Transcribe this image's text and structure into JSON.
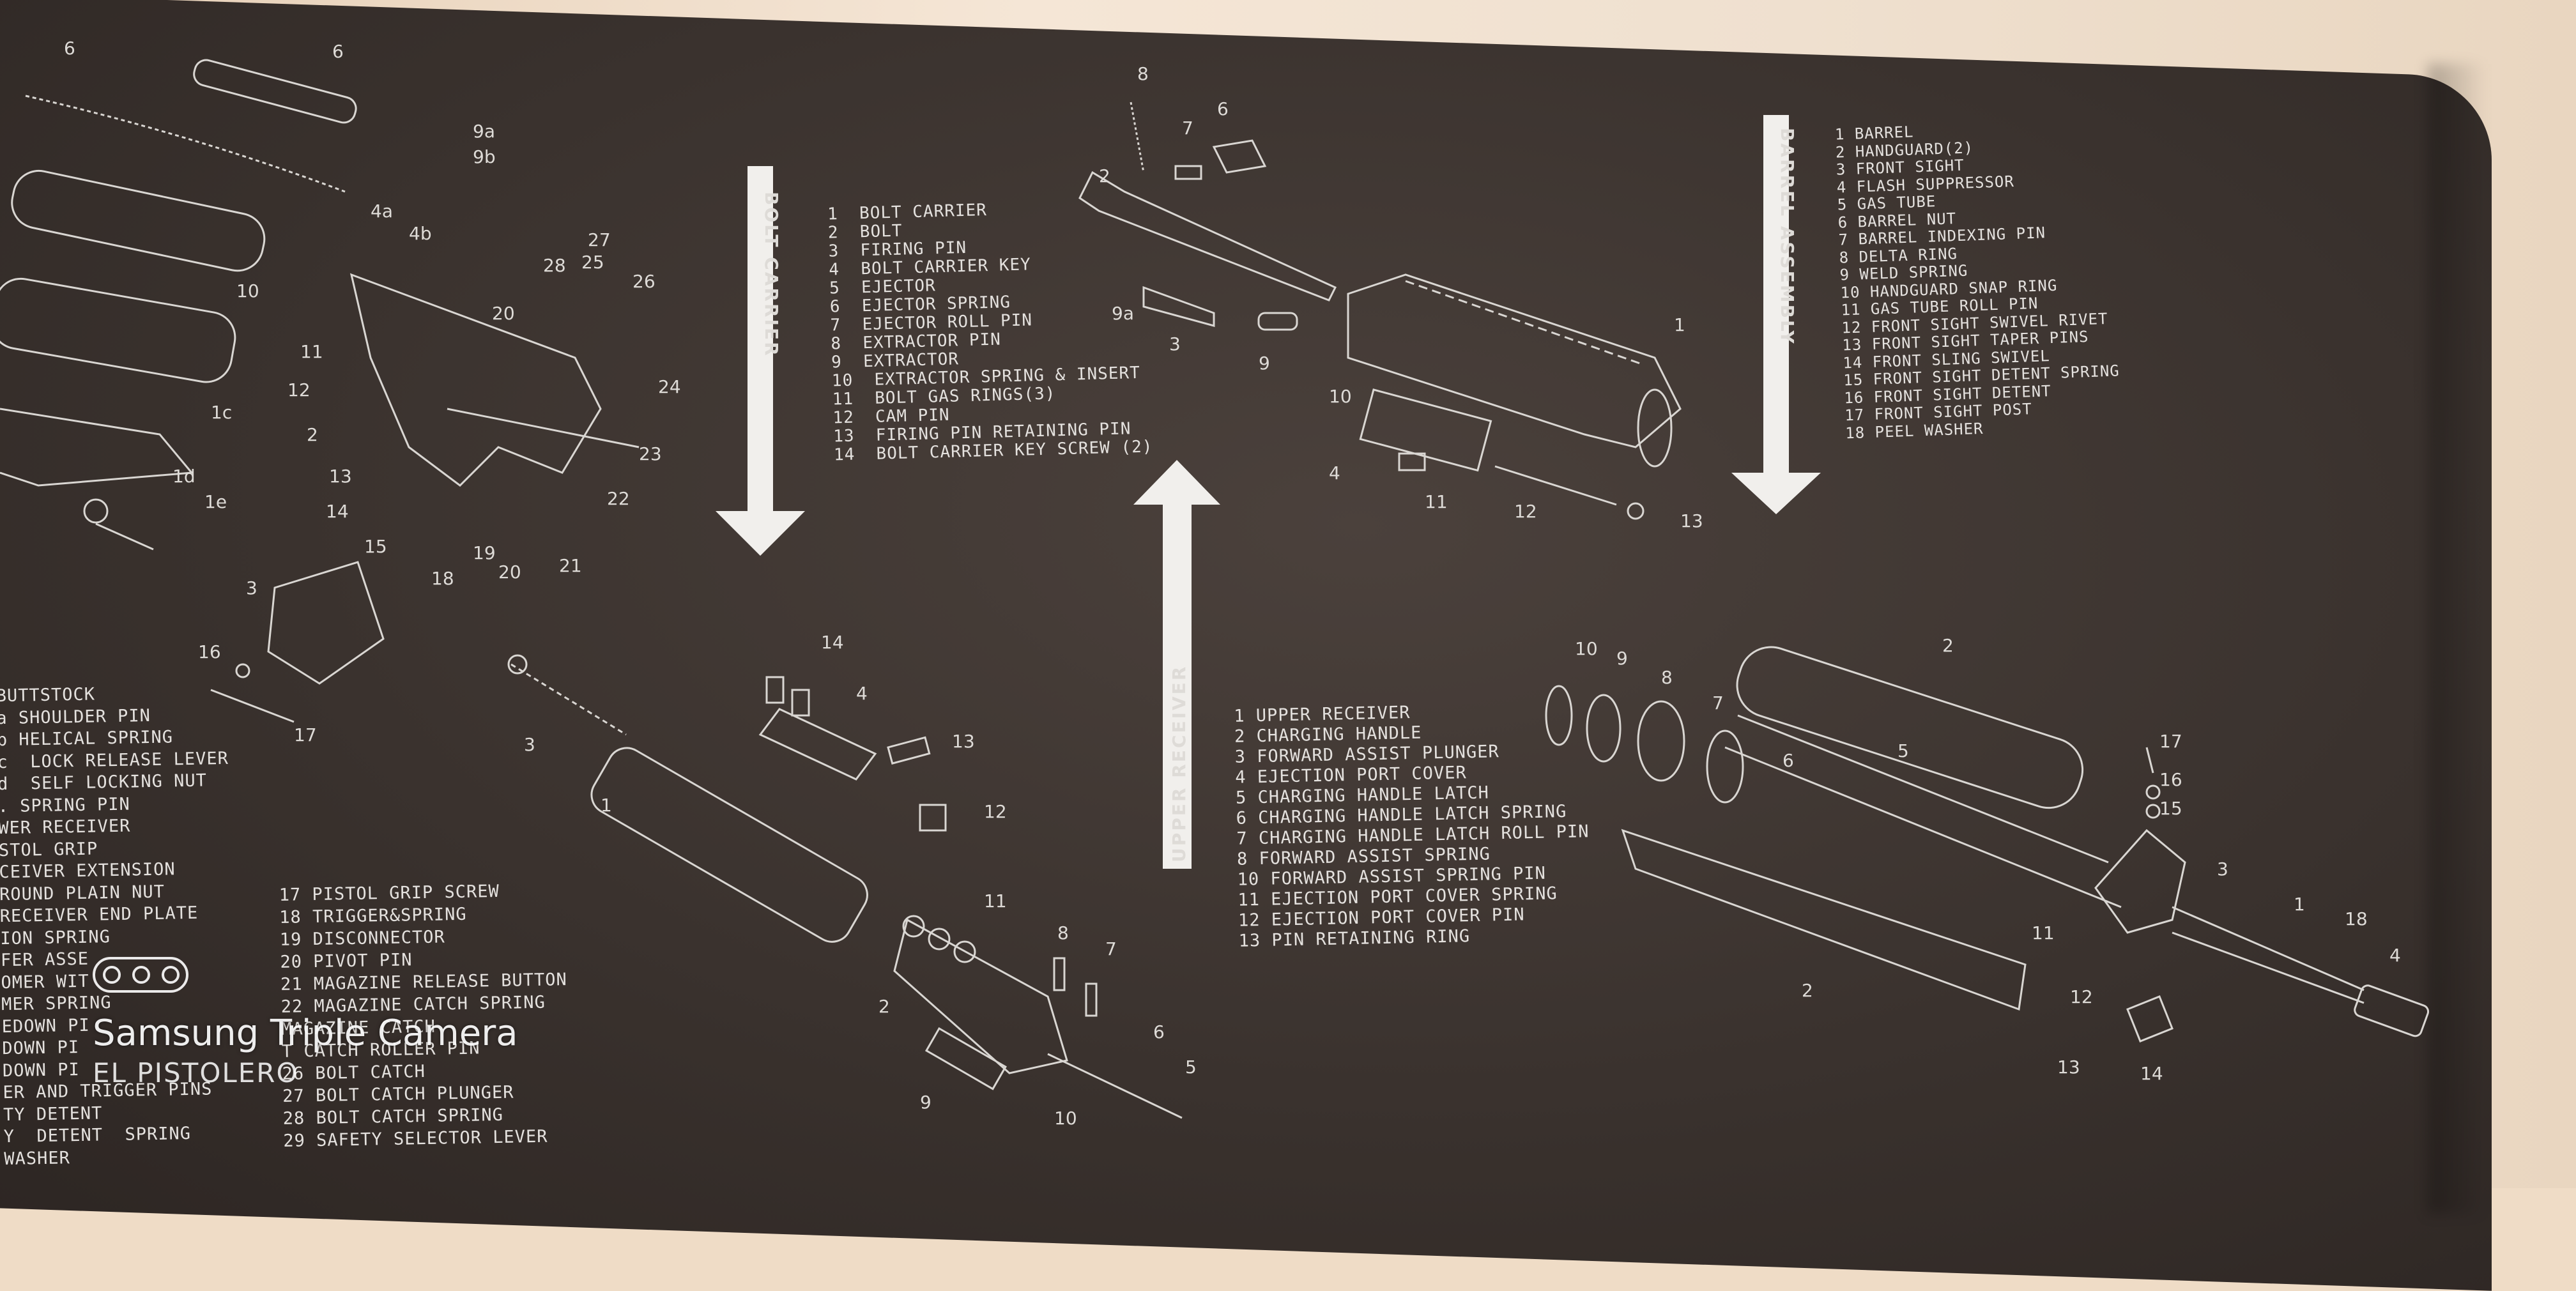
{
  "mat": {
    "bolt_legend": [
      "1  BOLT CARRIER",
      "2  BOLT",
      "3  FIRING PIN",
      "4  BOLT CARRIER KEY",
      "5  EJECTOR",
      "6  EJECTOR SPRING",
      "7  EJECTOR ROLL PIN",
      "8  EXTRACTOR PIN",
      "9  EXTRACTOR",
      "10  EXTRACTOR SPRING & INSERT",
      "11  BOLT GAS RINGS(3)",
      "12  CAM PIN",
      "13  FIRING PIN RETAINING PIN",
      "14  BOLT CARRIER KEY SCREW (2)"
    ],
    "upper_legend": [
      "1 UPPER RECEIVER",
      "2 CHARGING HANDLE",
      "3 FORWARD ASSIST PLUNGER",
      "4 EJECTION PORT COVER",
      "5 CHARGING HANDLE LATCH",
      "6 CHARGING HANDLE LATCH SPRING",
      "7 CHARGING HANDLE LATCH ROLL PIN",
      "8 FORWARD ASSIST SPRING",
      "10 FORWARD ASSIST SPRING PIN",
      "11 EJECTION PORT COVER SPRING",
      "12 EJECTION PORT COVER PIN",
      "13 PIN RETAINING RING"
    ],
    "barrel_legend": [
      "1 BARREL",
      "2 HANDGUARD(2)",
      "3 FRONT SIGHT",
      "4 FLASH SUPPRESSOR",
      "5 GAS TUBE",
      "6 BARREL NUT",
      "7 BARREL INDEXING PIN",
      "8 DELTA RING",
      "9 WELD SPRING",
      "10 HANDGUARD SNAP RING",
      "11 GAS TUBE ROLL PIN",
      "12 FRONT SIGHT SWIVEL RIVET",
      "13 FRONT SIGHT TAPER PINS",
      "14 FRONT SLING SWIVEL",
      "15 FRONT SIGHT DETENT SPRING",
      "16 FRONT SIGHT DETENT",
      "17 FRONT SIGHT POST",
      "18 PEEL WASHER"
    ],
    "lower_legend_left": [
      "BUTTSTOCK",
      "a SHOULDER PIN",
      "b HELICAL SPRING",
      "c  LOCK RELEASE LEVER",
      "d  SELF LOCKING NUT",
      ". SPRING PIN",
      "WER RECEIVER",
      "STOL GRIP",
      "CEIVER EXTENSION",
      "ROUND PLAIN NUT",
      "RECEIVER END PLATE",
      "ION SPRING",
      "FER ASSE",
      "OMER WIT",
      "MER SPRING",
      "EDOWN PI",
      "DOWN PI",
      "DOWN PI",
      "ER AND TRIGGER PINS",
      "TY DETENT",
      "Y  DETENT  SPRING",
      "WASHER"
    ],
    "lower_legend_right": [
      "17 PISTOL GRIP SCREW",
      "18 TRIGGER&SPRING",
      "19 DISCONNECTOR",
      "20 PIVOT PIN",
      "21 MAGAZINE RELEASE BUTTON",
      "22 MAGAZINE CATCH SPRING",
      "",
      "MAGAZINE CATCH",
      "T CATCH ROLLER PIN",
      "26 BOLT CATCH",
      "27 BOLT CATCH PLUNGER",
      "28 BOLT CATCH SPRING",
      "29 SAFETY SELECTOR LEVER"
    ],
    "arrow_labels": {
      "bolt": "BOLT CARRIER",
      "upper": "UPPER RECEIVER",
      "barrel": "BARREL ASSEMBLY"
    },
    "part_numbers": {
      "lower_stock": [
        "6",
        "6",
        "9a",
        "9b",
        "4a",
        "4b",
        "10",
        "11",
        "12",
        "2",
        "13",
        "14",
        "15",
        "16",
        "17",
        "18",
        "19",
        "20",
        "21",
        "22",
        "23",
        "24",
        "25",
        "26",
        "27",
        "28",
        "20",
        "1c",
        "1d",
        "1e",
        "3"
      ],
      "bolt": [
        "14",
        "4",
        "3",
        "1",
        "13",
        "12",
        "11",
        "8",
        "7",
        "2",
        "6",
        "9",
        "10",
        "5"
      ],
      "upper": [
        "8",
        "7",
        "6",
        "2",
        "9a",
        "3",
        "9",
        "1",
        "10",
        "4",
        "11",
        "12",
        "13"
      ],
      "barrel": [
        "10",
        "9",
        "8",
        "7",
        "6",
        "5",
        "2",
        "17",
        "16",
        "15",
        "3",
        "1",
        "18",
        "4",
        "11",
        "12",
        "13",
        "14",
        "2"
      ]
    }
  },
  "watermark": {
    "line1": "Samsung Triple Camera",
    "line2": "EL PISTOLERO"
  }
}
